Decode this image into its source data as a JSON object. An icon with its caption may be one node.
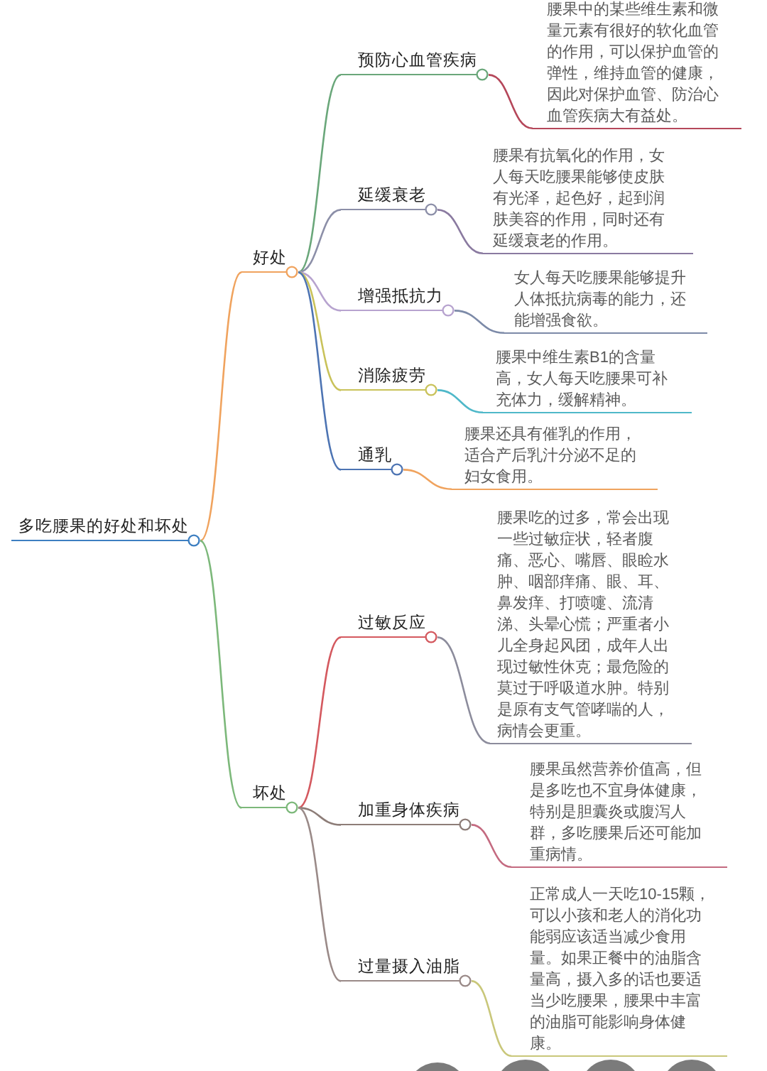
{
  "diagram": {
    "nodes": [
      {
        "text": [
          "多吃腰果的好处和坏处"
        ]
      },
      {
        "text": [
          "好处"
        ]
      },
      {
        "text": [
          "预防心血管疾病"
        ]
      },
      {
        "text": [
          "腰果中的某些维生素和微量元素有很好的软化血管的作用，可以保护血管的弹性，维持血管的健康，因此对保护血管、防治心血管疾病大有益处。"
        ]
      },
      {
        "text": [
          "延缓衰老"
        ]
      },
      {
        "text": [
          "腰果有抗氧化的作用，女人每天吃腰果能够使皮肤有光泽，起色好，起到润肤美容的作用，同时还有延缓衰老的作用。"
        ]
      },
      {
        "text": [
          "增强抵抗力"
        ]
      },
      {
        "text": [
          "女人每天吃腰果能够提升人体抵抗病毒的能力，还能增强食欲。"
        ]
      },
      {
        "text": [
          "消除疲劳"
        ]
      },
      {
        "text": [
          "腰果中维生素B1的含量高，女人每天吃腰果可补充体力，缓解精神。"
        ]
      },
      {
        "text": [
          "通乳"
        ]
      },
      {
        "text": [
          "腰果还具有催乳的作用，适合产后乳汁分泌不足的妇女食用。"
        ]
      },
      {
        "text": [
          "坏处"
        ]
      },
      {
        "text": [
          "过敏反应"
        ]
      },
      {
        "text": [
          "腰果吃的过多，常会出现一些过敏症状，轻者腹痛、恶心、嘴唇、眼睑水肿、咽部痒痛、眼、耳、鼻发痒、打喷嚏、流清涕、头晕心慌；严重者小儿全身起风团，成年人出现过敏性休克；最危险的莫过于呼吸道水肿。特别是原有支气管哮喘的人，病情会更重。"
        ]
      },
      {
        "text": [
          "加重身体疾病"
        ]
      },
      {
        "text": [
          "腰果虽然营养价值高，但是多吃也不宜身体健康，特别是胆囊炎或腹泻人群，多吃腰果后还可能加重病情。"
        ]
      },
      {
        "text": [
          "过量摄入油脂"
        ]
      },
      {
        "text": [
          "正常成人一天吃10-15颗，可以小孩和老人的消化功能弱应该适当减少食用量。如果正餐中的油脂含量高，摄入多的话也要适当少吃腰果，腰果中丰富的油脂可能影响身体健康。"
        ]
      }
    ],
    "edges": [
      {
        "from": 0,
        "to": 1,
        "arrow": "none",
        "color": "#f0a35e"
      },
      {
        "from": 1,
        "to": 2,
        "arrow": "none",
        "color": "#6aa77a"
      },
      {
        "from": 2,
        "to": 3,
        "arrow": "none",
        "color": "#b5475a"
      },
      {
        "from": 1,
        "to": 4,
        "arrow": "none",
        "color": "#8c8fa8"
      },
      {
        "from": 4,
        "to": 5,
        "arrow": "none",
        "color": "#8a7aa0"
      },
      {
        "from": 1,
        "to": 6,
        "arrow": "none",
        "color": "#b7a3cf"
      },
      {
        "from": 6,
        "to": 7,
        "arrow": "none",
        "color": "#7c8aa8"
      },
      {
        "from": 1,
        "to": 8,
        "arrow": "none",
        "color": "#c9c25a"
      },
      {
        "from": 8,
        "to": 9,
        "arrow": "none",
        "color": "#4fb8c9"
      },
      {
        "from": 1,
        "to": 10,
        "arrow": "none",
        "color": "#4d74b3"
      },
      {
        "from": 10,
        "to": 11,
        "arrow": "none",
        "color": "#f0a35e"
      },
      {
        "from": 0,
        "to": 12,
        "arrow": "none",
        "color": "#7cb87a"
      },
      {
        "from": 12,
        "to": 13,
        "arrow": "none",
        "color": "#d4595f"
      },
      {
        "from": 13,
        "to": 14,
        "arrow": "none",
        "color": "#8c8c9c"
      },
      {
        "from": 12,
        "to": 15,
        "arrow": "none",
        "color": "#8d7d78"
      },
      {
        "from": 15,
        "to": 16,
        "arrow": "none",
        "color": "#c46a80"
      },
      {
        "from": 12,
        "to": 17,
        "arrow": "none",
        "color": "#9a8a88"
      },
      {
        "from": 17,
        "to": 18,
        "arrow": "none",
        "color": "#c9c77a"
      }
    ]
  }
}
